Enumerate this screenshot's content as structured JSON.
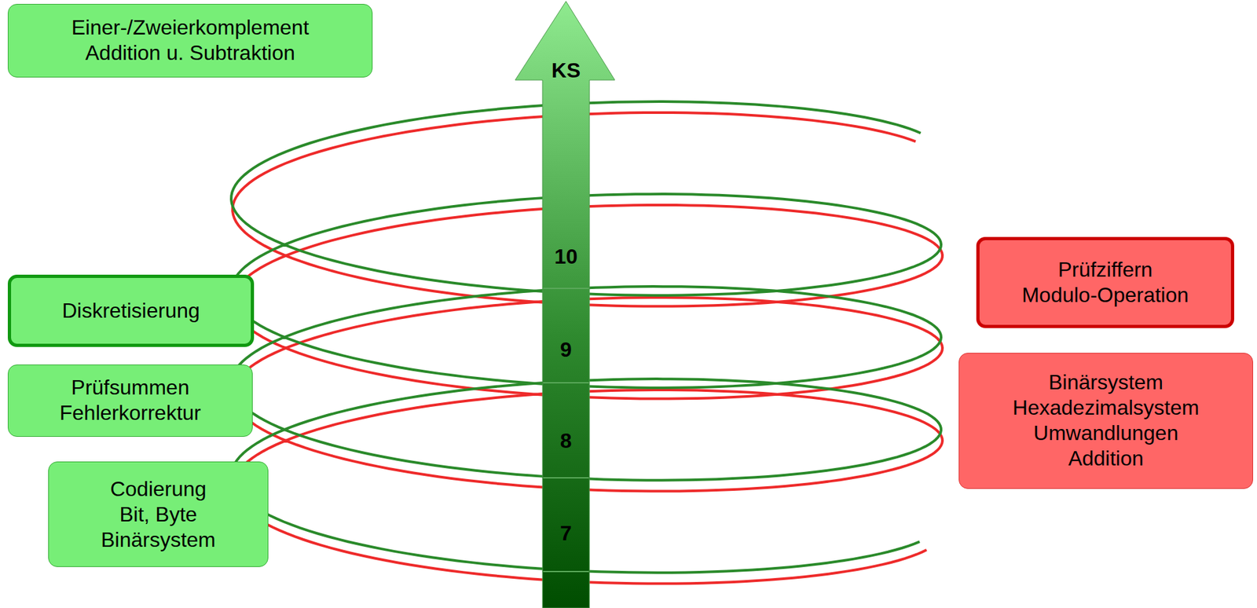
{
  "diagram": {
    "nodes": [
      {
        "text": [
          "Einer-/Zweierkomplement",
          "Addition u. Subtraktion"
        ]
      },
      {
        "text": [
          "Prüfziffern",
          "Modulo-Operation"
        ]
      },
      {
        "text": [
          "Diskretisierung"
        ]
      },
      {
        "text": [
          "Binärsystem",
          "Hexadezimalsystem",
          "Umwandlungen",
          "Addition"
        ]
      },
      {
        "text": [
          "Prüfsummen",
          "Fehlerkorrektur"
        ]
      },
      {
        "text": [
          "Codierung",
          "Bit, Byte",
          "Binärsystem"
        ]
      }
    ],
    "labels": [
      "KS",
      "10",
      "9",
      "8",
      "7"
    ]
  }
}
